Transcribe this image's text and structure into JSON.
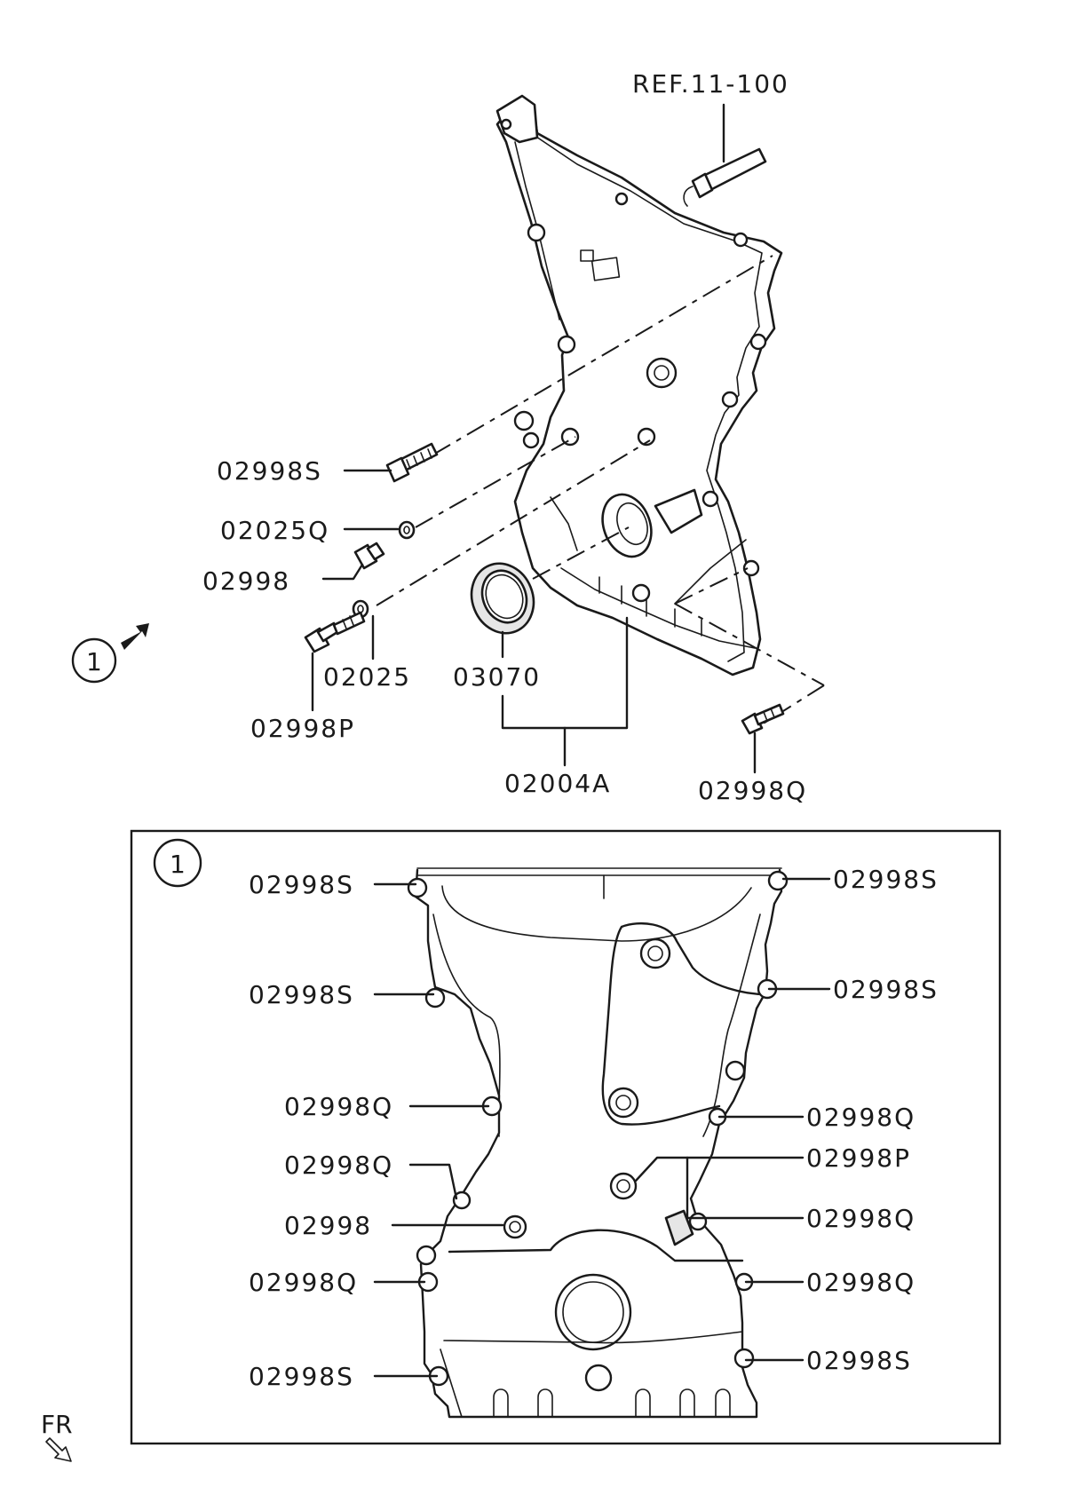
{
  "callout_marker": "1",
  "front_marker": "FR",
  "exploded_view": {
    "reference_label": "REF.11-100",
    "labels": {
      "bolt_upper": "02998S",
      "washer_upper": "02025Q",
      "bolt_short": "02998",
      "washer_lower": "02025",
      "bolt_long": "02998P",
      "oil_seal": "03070",
      "cover_assy": "02004A",
      "bolt_lower_right": "02998Q"
    }
  },
  "detail_view": {
    "marker": "1",
    "left_labels": [
      "02998S",
      "02998S",
      "02998Q",
      "02998Q",
      "02998",
      "02998Q",
      "02998S"
    ],
    "right_labels": [
      "02998S",
      "02998S",
      "02998Q",
      "02998P",
      "02998Q",
      "02998Q",
      "02998S"
    ]
  }
}
